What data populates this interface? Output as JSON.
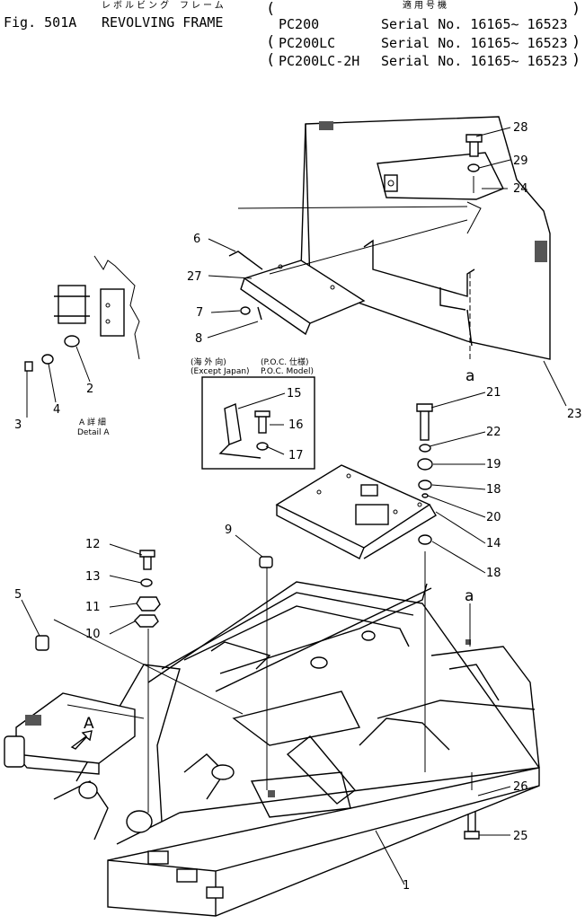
{
  "header": {
    "fig_label": "Fig. 501A",
    "title_kana": "レボルビング フレーム",
    "title": "REVOLVING FRAME",
    "applicable_kana": "適用号機",
    "models": [
      {
        "model": "PC200",
        "serial": "Serial No. 16165~ 16523"
      },
      {
        "model": "PC200LC",
        "serial": "Serial No. 16165~ 16523"
      },
      {
        "model": "PC200LC-2H",
        "serial": "Serial No. 16165~ 16523"
      }
    ]
  },
  "detail_a": {
    "jp": "A 詳 細",
    "en": "Detail A"
  },
  "inset": {
    "jp_left": "(海 外 向)",
    "en_left": "(Except Japan)",
    "jp_right": "(P.O.C. 仕様)",
    "en_right": "P.O.C. Model)"
  },
  "markers": {
    "a": "a",
    "A": "A"
  },
  "part_callouts": [
    "1",
    "2",
    "3",
    "4",
    "5",
    "6",
    "7",
    "8",
    "9",
    "10",
    "11",
    "12",
    "13",
    "14",
    "15",
    "16",
    "17",
    "18",
    "18",
    "19",
    "20",
    "21",
    "22",
    "23",
    "24",
    "25",
    "26",
    "27",
    "28",
    "29"
  ]
}
